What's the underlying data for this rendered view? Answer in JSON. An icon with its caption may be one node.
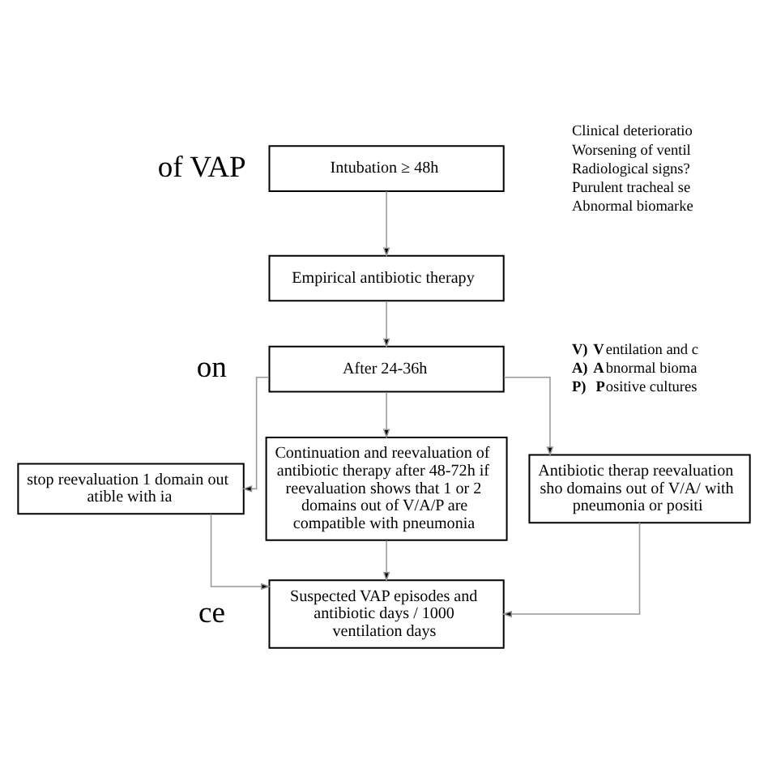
{
  "diagram": {
    "nodes": [
      {
        "text": [
          "Intubation ≥ 48h"
        ]
      },
      {
        "text": [
          "Empirical antibiotic therapy"
        ]
      },
      {
        "text": [
          "After 24-36h"
        ]
      },
      {
        "text": [
          "stop reevaluation 1 domain out atible with ia"
        ]
      },
      {
        "text": [
          "Continuation and reevaluation of antibiotic therapy after 48-72h if reevaluation shows that 1 or 2 domains out of V/A/P are compatible with pneumonia"
        ]
      },
      {
        "text": [
          "Antibiotic therap reevaluation sho domains out of V/A/ with pneumonia or positi"
        ]
      },
      {
        "text": [
          "Suspected VAP episodes and antibiotic days / 1000 ventilation days"
        ]
      }
    ],
    "edges": [
      {
        "from": 0,
        "to": 1,
        "arrow": "to"
      },
      {
        "from": 1,
        "to": 2,
        "arrow": "to"
      },
      {
        "from": 2,
        "to": 3,
        "arrow": "to"
      },
      {
        "from": 2,
        "to": 4,
        "arrow": "to"
      },
      {
        "from": 2,
        "to": 5,
        "arrow": "to"
      },
      {
        "from": 3,
        "to": 6,
        "arrow": "to"
      },
      {
        "from": 4,
        "to": 6,
        "arrow": "to"
      },
      {
        "from": 5,
        "to": 6,
        "arrow": "to"
      }
    ],
    "labels": [
      "of VAP",
      "Clinical deterioratio",
      "Worsening of ventil",
      "Radiological signs?",
      "Purulent tracheal se",
      "Abnormal biomarke",
      "on",
      "**V)** **V**entilation and c",
      "**A)** **A**bnormal bioma",
      "**P)**  **P**ositive cultures",
      "ce"
    ]
  }
}
